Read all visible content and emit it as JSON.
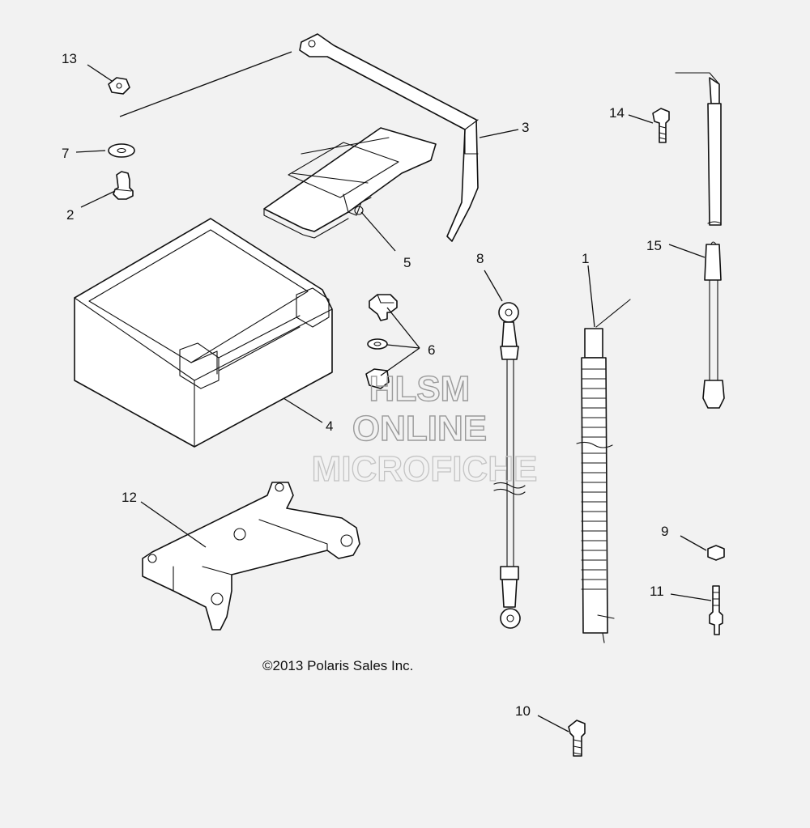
{
  "callouts": {
    "c1": "1",
    "c2": "2",
    "c3": "3",
    "c4": "4",
    "c5": "5",
    "c6": "6",
    "c7": "7",
    "c8": "8",
    "c9": "9",
    "c10": "10",
    "c11": "11",
    "c12": "12",
    "c13": "13",
    "c14": "14",
    "c15": "15"
  },
  "copyright": "©2013 Polaris Sales Inc.",
  "watermark": {
    "line1": "HLSM",
    "line2": "ONLINE",
    "line3": "MICROFICHE"
  }
}
